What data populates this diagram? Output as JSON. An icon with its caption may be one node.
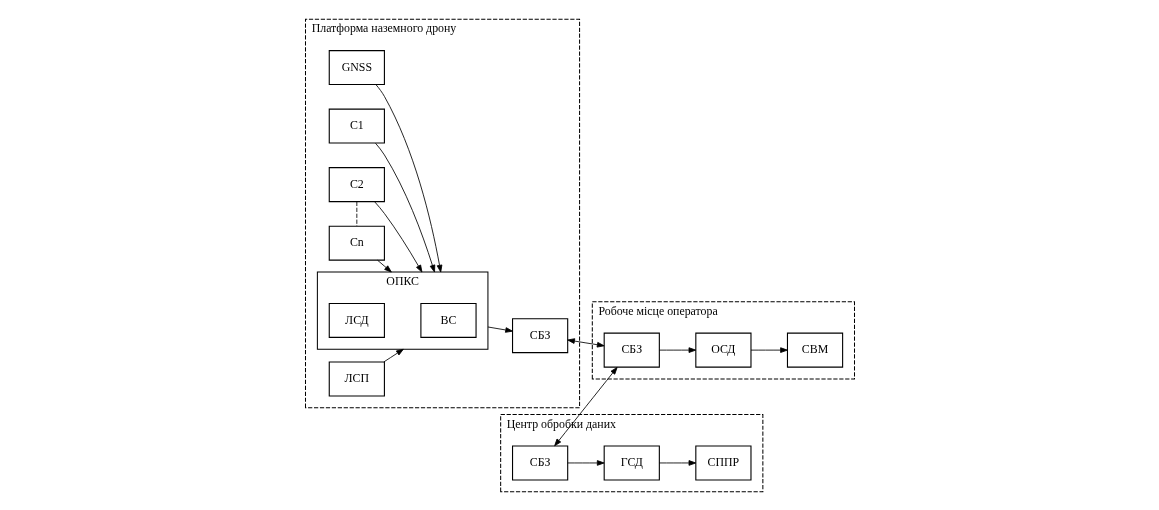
{
  "diagram": {
    "nodes": [
      {
        "text": [
          "Платформа наземного дрону"
        ]
      },
      {
        "text": [
          "GNSS"
        ],
        "in": 0
      },
      {
        "text": [
          "C1"
        ],
        "in": 0
      },
      {
        "text": [
          "C2"
        ],
        "in": 0
      },
      {
        "text": [
          "Cn"
        ],
        "in": 0
      },
      {
        "text": [
          "ОПКС"
        ],
        "in": 0
      },
      {
        "text": [
          "ВС"
        ],
        "in": 5
      },
      {
        "text": [
          "ЛСД"
        ],
        "in": 5
      },
      {
        "text": [
          "ЛСП"
        ],
        "in": 0
      },
      {
        "text": [
          "СБЗ"
        ],
        "in": 0
      },
      {
        "text": [
          "Робоче місце оператора"
        ]
      },
      {
        "text": [
          "СВМ"
        ],
        "in": 10
      },
      {
        "text": [
          "СБЗ"
        ],
        "in": 10
      },
      {
        "text": [
          "ОСД"
        ],
        "in": 10
      },
      {
        "text": [
          "Центр обробки даних"
        ]
      },
      {
        "text": [
          "СБЗ"
        ],
        "in": 14
      },
      {
        "text": [
          "ГСД"
        ],
        "in": 14
      },
      {
        "text": [
          "СППР"
        ],
        "in": 14
      }
    ],
    "edges": [
      {
        "from": 1,
        "to": 5,
        "arrow": "to"
      },
      {
        "from": 2,
        "to": 5,
        "arrow": "to"
      },
      {
        "from": 3,
        "to": 5,
        "arrow": "to"
      },
      {
        "from": 4,
        "to": 5,
        "arrow": "to"
      },
      {
        "from": 3,
        "to": 4,
        "arrow": "none",
        "style": "dashed"
      },
      {
        "from": 8,
        "to": 5,
        "arrow": "to"
      },
      {
        "from": 5,
        "to": 9,
        "arrow": "to"
      },
      {
        "from": 9,
        "to": 12,
        "arrow": "both"
      },
      {
        "from": 12,
        "to": 13,
        "arrow": "to"
      },
      {
        "from": 13,
        "to": 11,
        "arrow": "to"
      },
      {
        "from": 15,
        "to": 12,
        "arrow": "both"
      },
      {
        "from": 15,
        "to": 16,
        "arrow": "to"
      },
      {
        "from": 16,
        "to": 17,
        "arrow": "to"
      }
    ]
  }
}
